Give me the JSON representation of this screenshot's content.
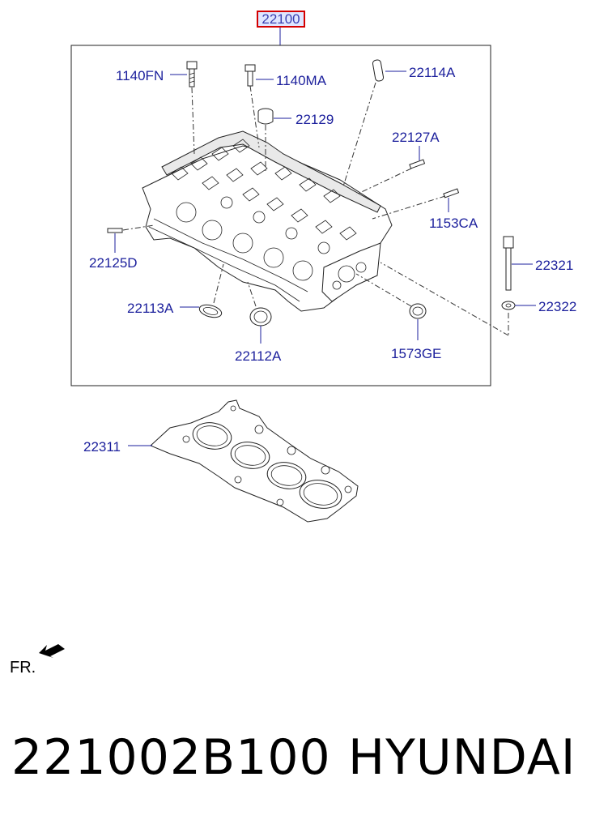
{
  "diagram": {
    "main_assembly_label": "22100",
    "labels": {
      "bolt_1140fn": "1140FN",
      "bolt_1140ma": "1140MA",
      "pin_22114a": "22114A",
      "cap_22129": "22129",
      "stud_22127a": "22127A",
      "stud_1153ca": "1153CA",
      "pin_22125d": "22125D",
      "bolt_22321": "22321",
      "washer_22322": "22322",
      "seal_22113a": "22113A",
      "seal_22112a": "22112A",
      "plug_1573ge": "1573GE",
      "gasket_22311": "22311"
    },
    "front_indicator": "FR."
  },
  "footer": {
    "part_number": "221002B100",
    "brand": "HYUNDAI"
  },
  "colors": {
    "label_blue": "#1b1f9c",
    "highlight_red": "#d40000",
    "line_black": "#222222"
  }
}
